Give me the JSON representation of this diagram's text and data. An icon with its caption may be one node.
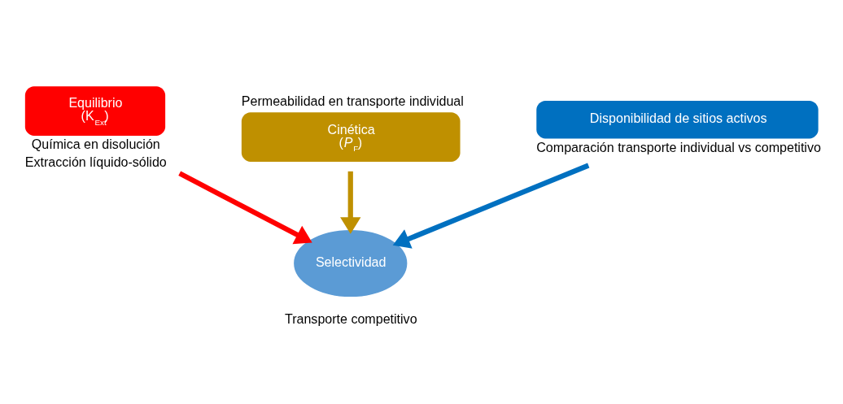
{
  "diagram": {
    "nodes": [
      {
        "text": [
          "Equilibrio",
          "(K$_{Ext}$)"
        ],
        "beside": [
          "Química en disolución",
          "Extracción líquido-sólido"
        ]
      },
      {
        "text": [
          "Cinética",
          "(*P*$_{F}$)"
        ],
        "beside": [
          "Permeabilidad en transporte individual"
        ]
      },
      {
        "text": [
          "Disponibilidad de sitios activos"
        ],
        "beside": [
          "Comparación transporte individual vs competitivo"
        ]
      },
      {
        "text": [
          "Selectividad"
        ],
        "beside": [
          "Transporte competitivo"
        ]
      }
    ],
    "edges": [
      {
        "from": 0,
        "to": 3,
        "arrow": "to",
        "color": "#ff0000"
      },
      {
        "from": 1,
        "to": 3,
        "arrow": "to",
        "color": "#bf9000"
      },
      {
        "from": 2,
        "to": 3,
        "arrow": "to",
        "color": "#0070c0"
      }
    ]
  }
}
